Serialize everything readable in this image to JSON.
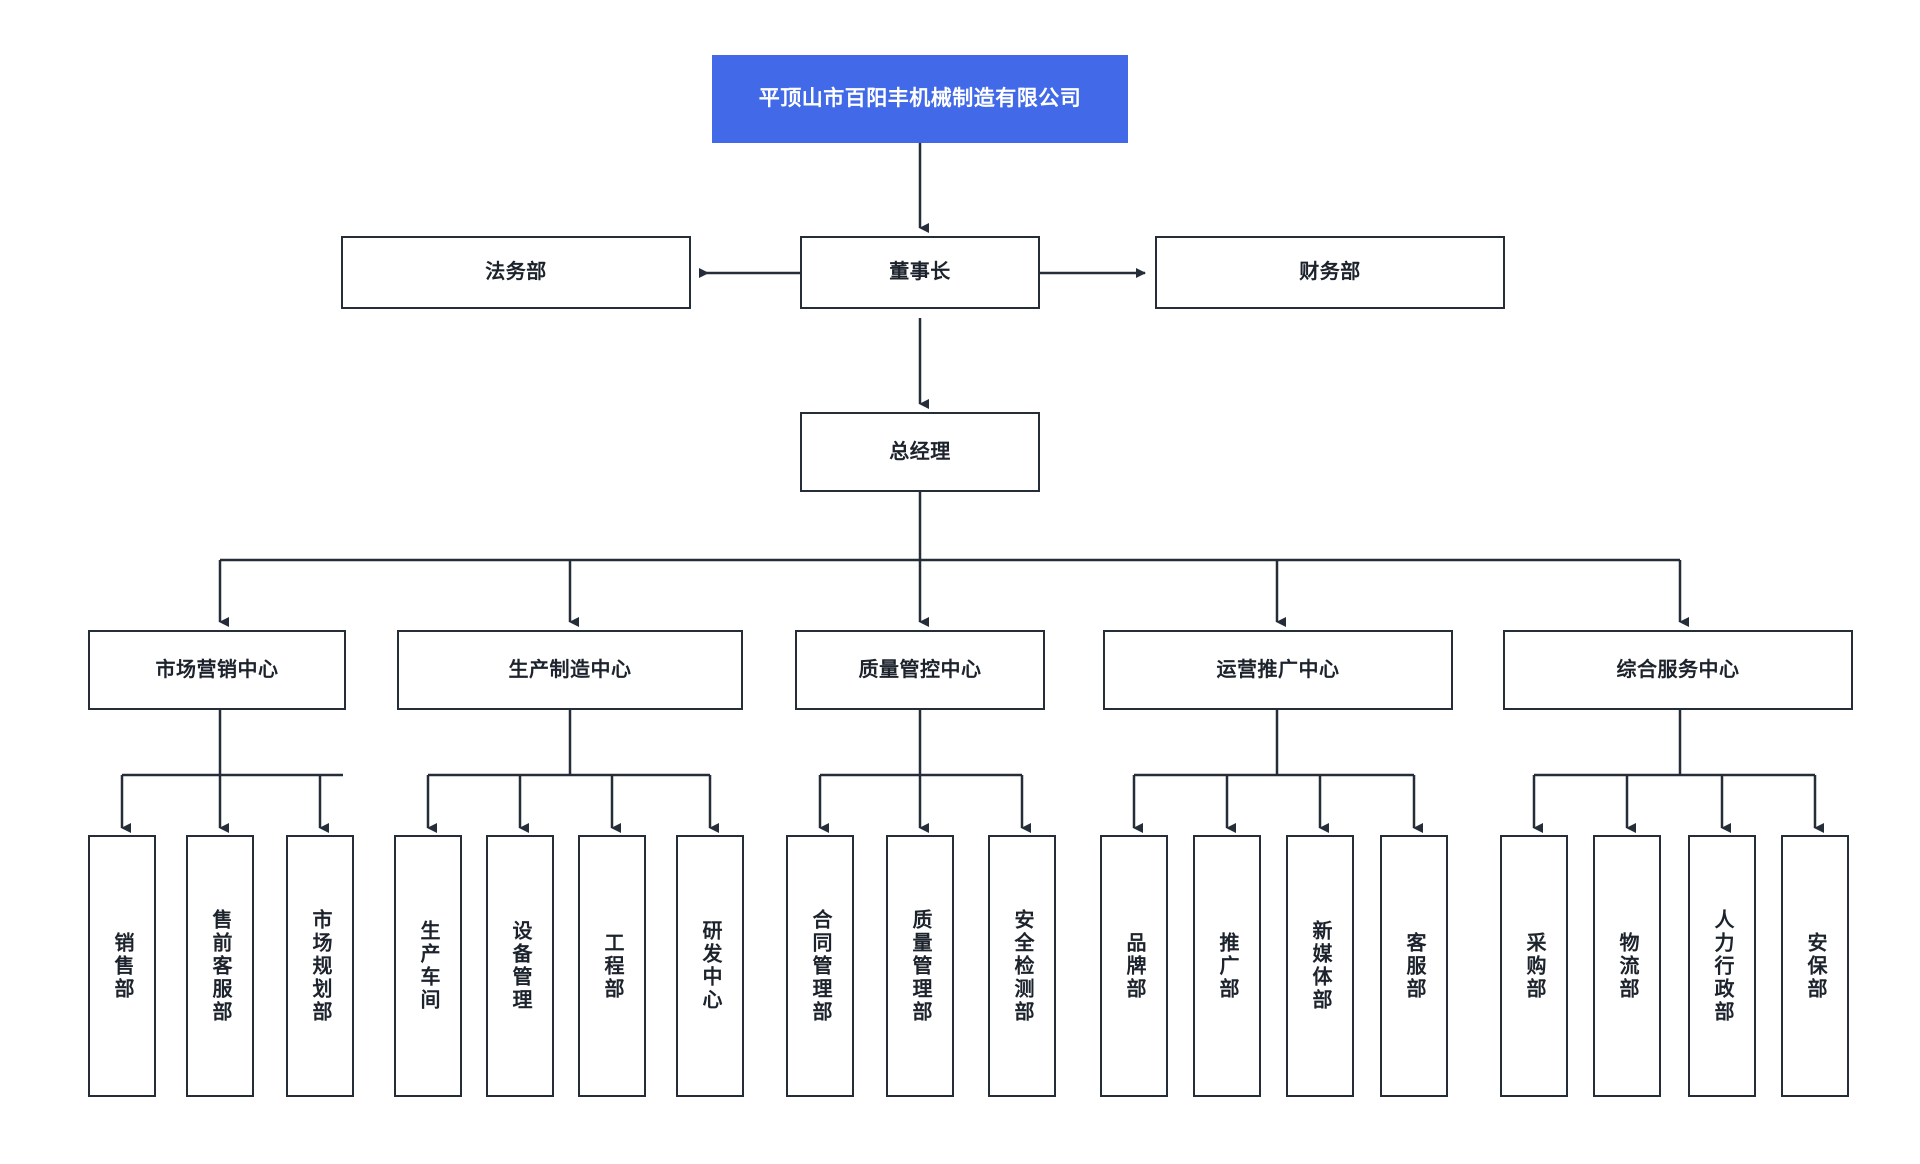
{
  "diagram": {
    "title": "平顶山市百阳丰机械制造有限公司",
    "type": "organizational-chart",
    "accent_color": "#4169e8",
    "line_color": "#252d38",
    "background_color": "#ffffff"
  },
  "nodes": {
    "root": {
      "label": "平顶山市百阳丰机械制造有限公司"
    },
    "chairman": {
      "label": "董事长"
    },
    "legal": {
      "label": "法务部"
    },
    "finance": {
      "label": "财务部"
    },
    "general_manager": {
      "label": "总经理"
    },
    "centers": [
      {
        "label": "市场营销中心"
      },
      {
        "label": "生产制造中心"
      },
      {
        "label": "质量管控中心"
      },
      {
        "label": "运营推广中心"
      },
      {
        "label": "综合服务中心"
      }
    ],
    "marketing_children": [
      {
        "label": "销售部"
      },
      {
        "label": "售前客服部"
      },
      {
        "label": "市场规划部"
      }
    ],
    "manufacturing_children": [
      {
        "label": "生产车间"
      },
      {
        "label": "设备管理"
      },
      {
        "label": "工程部"
      },
      {
        "label": "研发中心"
      }
    ],
    "quality_children": [
      {
        "label": "合同管理部"
      },
      {
        "label": "质量管理部"
      },
      {
        "label": "安全检测部"
      }
    ],
    "operations_children": [
      {
        "label": "品牌部"
      },
      {
        "label": "推广部"
      },
      {
        "label": "新媒体部"
      },
      {
        "label": "客服部"
      }
    ],
    "service_children": [
      {
        "label": "采购部"
      },
      {
        "label": "物流部"
      },
      {
        "label": "人力行政部"
      },
      {
        "label": "安保部"
      }
    ]
  }
}
